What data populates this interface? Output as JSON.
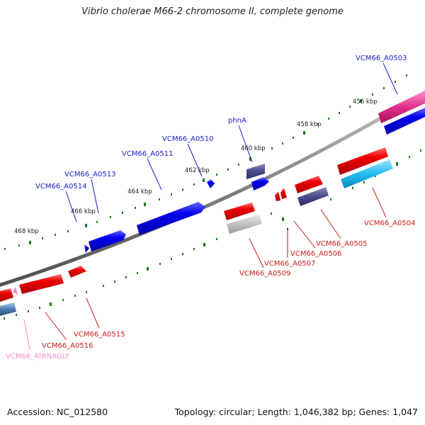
{
  "title": "Vibrio cholerae M66-2 chromosome II, complete genome",
  "footer": {
    "accession": "Accession: NC_012580",
    "summary": "Topology: circular; Length: 1,046,382 bp; Genes: 1,047"
  },
  "ticks": [
    "456 kbp",
    "458 kbp",
    "460 kbp",
    "462 kbp",
    "464 kbp",
    "466 kbp",
    "468 kbp"
  ],
  "gene_labels": [
    {
      "text": "VCM66_A0503",
      "color": "#1a1acc"
    },
    {
      "text": "phnA",
      "color": "#1a1acc"
    },
    {
      "text": "VCM66_A0510",
      "color": "#1a1acc"
    },
    {
      "text": "VCM66_A0511",
      "color": "#1a1acc"
    },
    {
      "text": "VCM66_A0513",
      "color": "#1a1acc"
    },
    {
      "text": "VCM66_A0514",
      "color": "#1a1acc"
    },
    {
      "text": "VCM66_A0504",
      "color": "#cc1a1a"
    },
    {
      "text": "VCM66_A0505",
      "color": "#cc1a1a"
    },
    {
      "text": "VCM66_A0506",
      "color": "#cc1a1a"
    },
    {
      "text": "VCM66_A0507",
      "color": "#cc1a1a"
    },
    {
      "text": "VCM66_A0509",
      "color": "#cc1a1a"
    },
    {
      "text": "VCM66_A0515",
      "color": "#cc1a1a"
    },
    {
      "text": "VCM66_A0516",
      "color": "#cc1a1a"
    },
    {
      "text": "VCM66_AtRNAGLY",
      "color": "#f08cc8"
    }
  ],
  "colors": {
    "forward_gene": "#0000ee",
    "reverse_gene": "#ee0000",
    "forward_label": "#1a1acc",
    "reverse_label": "#cc1a1a",
    "trna": "#f08cc8",
    "backbone": "#808080",
    "tick_mark": "#1a7a1a",
    "pseudo_gray": "#bdbdbd",
    "slate": "#4a4a8c",
    "cyan": "#22bbee",
    "magenta": "#e0308c",
    "steel": "#4a7ab0"
  }
}
